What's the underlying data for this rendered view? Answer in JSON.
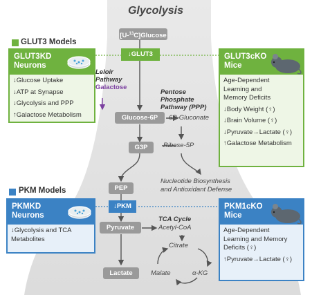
{
  "title": "Glycolysis",
  "colors": {
    "green": "#6fb23f",
    "blue": "#3b82c4",
    "gray": "#9a9a9a",
    "purple": "#7b3fa0"
  },
  "pathway": {
    "glucose": "[U-13C]Glucose",
    "glut3": "↓GLUT3",
    "glucose6p": "Glucose-6P",
    "g3p": "G3P",
    "pep": "PEP",
    "pkm": "↓PKM",
    "pyruvate": "Pyruvate",
    "lactate": "Lactate"
  },
  "leloir": {
    "line1": "Leloir",
    "line2": "Pathway",
    "galactose": "Galactose"
  },
  "ppp": {
    "line1": "Pentose",
    "line2": "Phosphate",
    "line3": "Pathway (PPP)",
    "gluconate": "6P-Gluconate",
    "ribose": "Ribose-5P",
    "nucleotide1": "Nucleotide Biosynthesis",
    "nucleotide2": "and Antioxidant Defense"
  },
  "tca": {
    "title": "TCA Cycle",
    "acetyl": "Acetyl-CoA",
    "citrate": "Citrate",
    "malate": "Malate",
    "akg": "α-KG"
  },
  "glut3_models": {
    "label": "GLUT3 Models",
    "kd": {
      "title1": "GLUT3KD",
      "title2": "Neurons",
      "items": [
        "↓Glucose Uptake",
        "↓ATP at Synapse",
        "↓Glycolysis and PPP",
        "↑Galactose Metabolism"
      ]
    },
    "cko": {
      "title1": "GLUT3cKO",
      "title2": "Mice",
      "items": [
        "Age-Dependent Learning and Memory Deficits",
        "↓Body Weight (♀)",
        "↓Brain Volume (♀)",
        "↓Pyruvate→Lactate (♀)",
        "↑Galactose Metabolism"
      ]
    }
  },
  "pkm_models": {
    "label": "PKM Models",
    "kd": {
      "title1": "PKMKD",
      "title2": "Neurons",
      "items": [
        "↓Glycolysis and TCA Metabolites"
      ]
    },
    "cko": {
      "title1": "PKM1cKO",
      "title2": "Mice",
      "items": [
        "Age-Dependent Learning and Memory Deficits (♀)",
        "↑Pyruvate→Lactate (♀)"
      ]
    }
  }
}
